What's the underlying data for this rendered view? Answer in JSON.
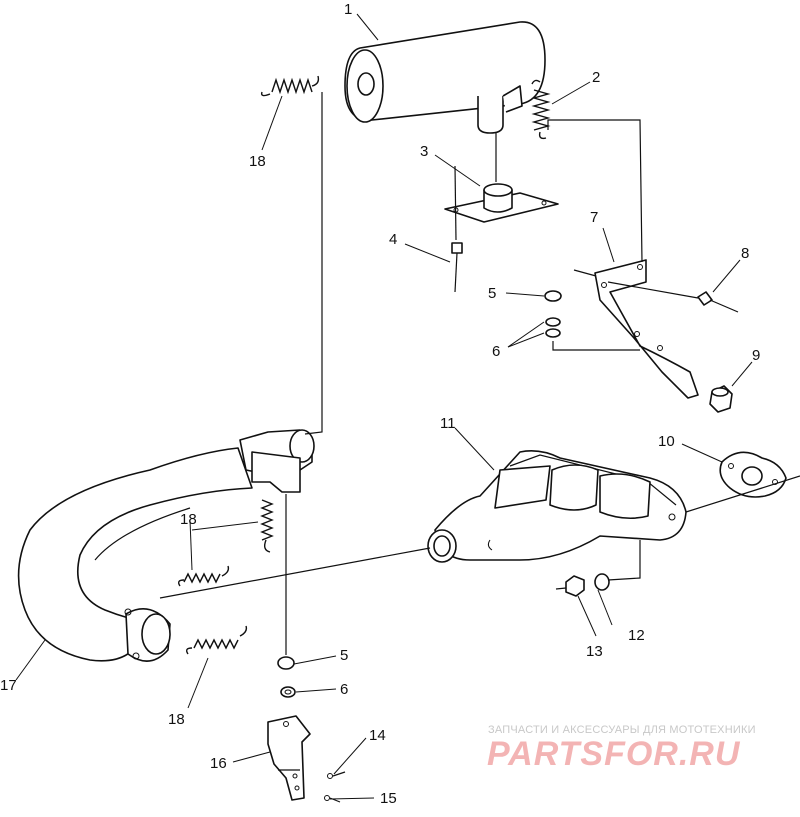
{
  "diagram": {
    "callouts": [
      {
        "id": "c1",
        "text": "1"
      },
      {
        "id": "c2",
        "text": "2"
      },
      {
        "id": "c3",
        "text": "3"
      },
      {
        "id": "c4",
        "text": "4"
      },
      {
        "id": "c5a",
        "text": "5"
      },
      {
        "id": "c6a",
        "text": "6"
      },
      {
        "id": "c7",
        "text": "7"
      },
      {
        "id": "c8",
        "text": "8"
      },
      {
        "id": "c9",
        "text": "9"
      },
      {
        "id": "c10",
        "text": "10"
      },
      {
        "id": "c11",
        "text": "11"
      },
      {
        "id": "c12",
        "text": "12"
      },
      {
        "id": "c13",
        "text": "13"
      },
      {
        "id": "c14",
        "text": "14"
      },
      {
        "id": "c15",
        "text": "15"
      },
      {
        "id": "c16",
        "text": "16"
      },
      {
        "id": "c17",
        "text": "17"
      },
      {
        "id": "c18a",
        "text": "18"
      },
      {
        "id": "c18b",
        "text": "18"
      },
      {
        "id": "c18c",
        "text": "18"
      },
      {
        "id": "c5b",
        "text": "5"
      },
      {
        "id": "c6b",
        "text": "6"
      }
    ]
  },
  "watermark": {
    "tagline": "ЗАПЧАСТИ И АКСЕССУАРЫ ДЛЯ МОТОТЕХНИКИ",
    "logo_text": "PARTSFOR.RU"
  }
}
